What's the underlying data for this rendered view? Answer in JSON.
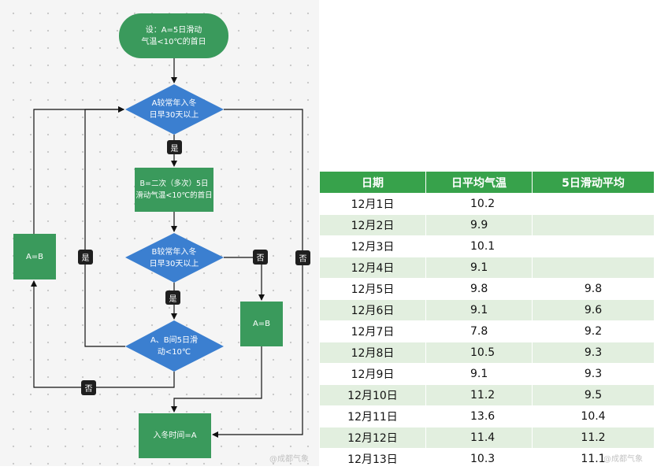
{
  "flowchart": {
    "start": "设：A=5日滑动\n气温<10℃的首日",
    "decision1": "A较常年入冬\n日早30天以上",
    "process1": "B=二次（多次）5日\n滑动气温<10℃的首日",
    "decision2": "B较常年入冬\n日早30天以上",
    "decision3": "A、B间5日滑\n动<10℃",
    "assign_left": "A=B",
    "assign_right": "A=B",
    "end": "入冬时间=A",
    "badges": {
      "yes1": "是",
      "yes2": "是",
      "yes_left": "是",
      "no_d2": "否",
      "no_d1": "否",
      "no_d3": "否"
    }
  },
  "table": {
    "headers": [
      "日期",
      "日平均气温",
      "5日滑动平均"
    ],
    "rows": [
      [
        "12月1日",
        "10.2",
        ""
      ],
      [
        "12月2日",
        "9.9",
        ""
      ],
      [
        "12月3日",
        "10.1",
        ""
      ],
      [
        "12月4日",
        "9.1",
        ""
      ],
      [
        "12月5日",
        "9.8",
        "9.8"
      ],
      [
        "12月6日",
        "9.1",
        "9.6"
      ],
      [
        "12月7日",
        "7.8",
        "9.2"
      ],
      [
        "12月8日",
        "10.5",
        "9.3"
      ],
      [
        "12月9日",
        "9.1",
        "9.3"
      ],
      [
        "12月10日",
        "11.2",
        "9.5"
      ],
      [
        "12月11日",
        "13.6",
        "10.4"
      ],
      [
        "12月12日",
        "11.4",
        "11.2"
      ],
      [
        "12月13日",
        "10.3",
        "11.1"
      ]
    ]
  },
  "watermarks": [
    "@成都气象",
    "@成都气象"
  ],
  "colors": {
    "node_green": "#3a9a5c",
    "decision_blue": "#3b7fd0",
    "table_header": "#37a24b",
    "table_stripe": "#e2efdf"
  }
}
